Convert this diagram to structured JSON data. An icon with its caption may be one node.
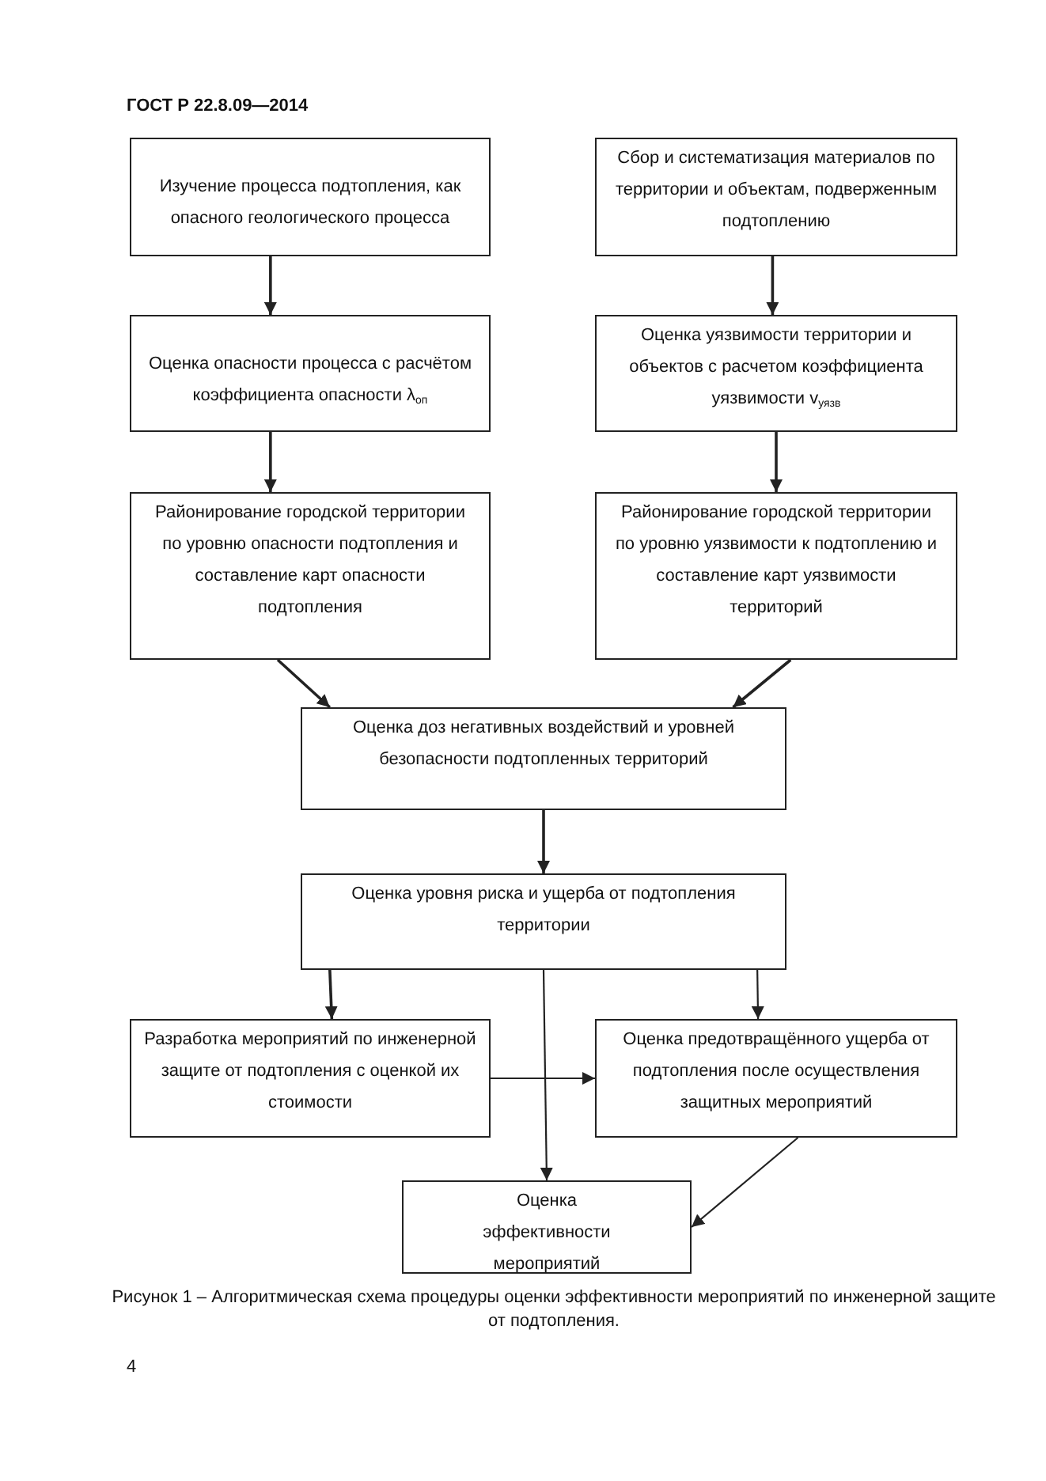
{
  "diagram": {
    "caption": "Рисунок 1 – Алгоритмическая схема процедуры оценки эффективности мероприятий по инженерной защите от подтопления.",
    "nodes": [
      {
        "text": [
          "Изучение процесса подтопления, как опасного геологического процесса"
        ]
      },
      {
        "text": [
          "Сбор и систематизация материалов по территории и объектам, подверженным подтоплению"
        ]
      },
      {
        "text": [
          "Оценка опасности процесса с расчётом коэффициента опасности λ$_{оп}$"
        ]
      },
      {
        "text": [
          "Оценка уязвимости территории и объектов с расчетом коэффициента уязвимости v$_{уязв}$"
        ]
      },
      {
        "text": [
          "Районирование городской территории по уровню опасности подтопления и составление карт опасности подтопления"
        ]
      },
      {
        "text": [
          "Районирование городской территории по уровню уязвимости к подтоплению и составление карт уязвимости территорий"
        ]
      },
      {
        "text": [
          "Оценка доз негативных воздействий и уровней безопасности подтопленных территорий"
        ]
      },
      {
        "text": [
          "Оценка уровня риска и ущерба от подтопления территории"
        ]
      },
      {
        "text": [
          "Разработка мероприятий по инженерной защите от подтопления с оценкой их стоимости"
        ]
      },
      {
        "text": [
          "Оценка предотвращённого ущерба от подтопления после осуществления защитных мероприятий"
        ]
      },
      {
        "text": [
          "Оценка эффективности мероприятий"
        ]
      }
    ],
    "edges": [
      {
        "from": 0,
        "to": 2,
        "arrow": "to"
      },
      {
        "from": 1,
        "to": 3,
        "arrow": "to"
      },
      {
        "from": 2,
        "to": 4,
        "arrow": "to"
      },
      {
        "from": 3,
        "to": 5,
        "arrow": "to"
      },
      {
        "from": 4,
        "to": 6,
        "arrow": "to"
      },
      {
        "from": 5,
        "to": 6,
        "arrow": "to"
      },
      {
        "from": 6,
        "to": 7,
        "arrow": "to"
      },
      {
        "from": 7,
        "to": 8,
        "arrow": "to"
      },
      {
        "from": 7,
        "to": 9,
        "arrow": "to"
      },
      {
        "from": 7,
        "to": 10,
        "arrow": "to"
      },
      {
        "from": 8,
        "to": 9,
        "arrow": "to"
      },
      {
        "from": 9,
        "to": 10,
        "arrow": "to"
      }
    ],
    "labels": [
      "ГОСТ Р 22.8.09—2014",
      "4"
    ]
  }
}
